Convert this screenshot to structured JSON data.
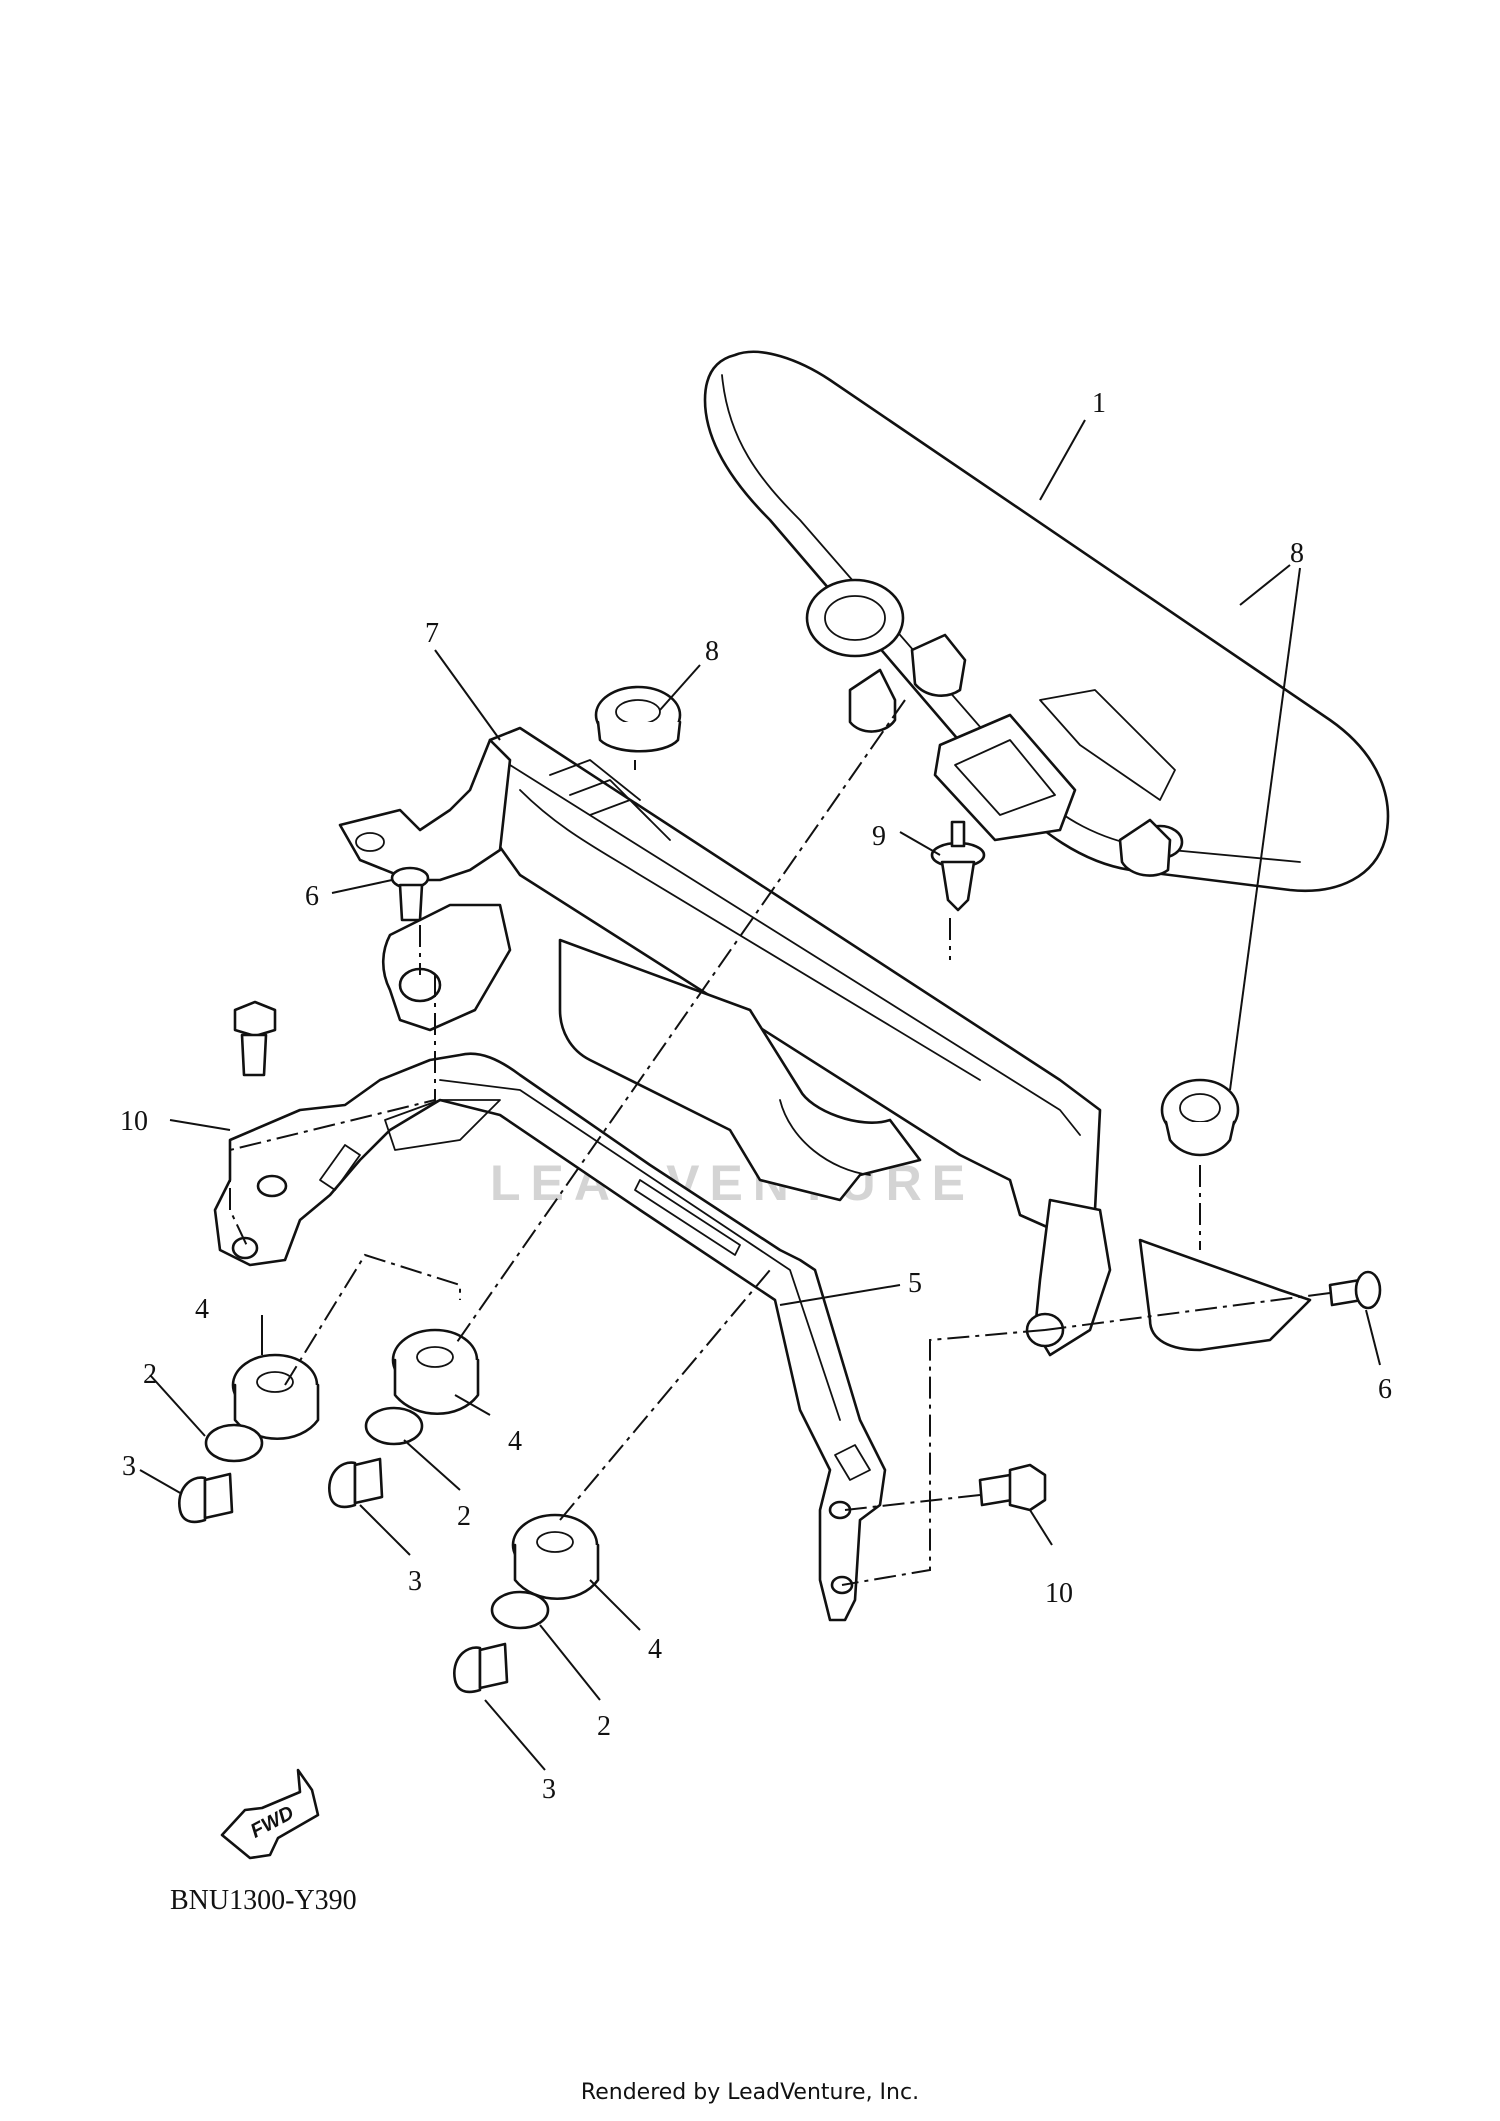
{
  "diagram": {
    "callouts": {
      "c1": "1",
      "c2a": "2",
      "c2b": "2",
      "c2c": "2",
      "c3a": "3",
      "c3b": "3",
      "c3c": "3",
      "c4a": "4",
      "c4b": "4",
      "c4c": "4",
      "c5": "5",
      "c6a": "6",
      "c6b": "6",
      "c7": "7",
      "c8a": "8",
      "c8b": "8",
      "c9": "9",
      "c10a": "10",
      "c10b": "10"
    },
    "fwd_label": "FWD",
    "watermark": "LEADVENTURE",
    "diagram_code": "BNU1300-Y390"
  },
  "footer": {
    "rendered_by": "Rendered by LeadVenture, Inc."
  }
}
